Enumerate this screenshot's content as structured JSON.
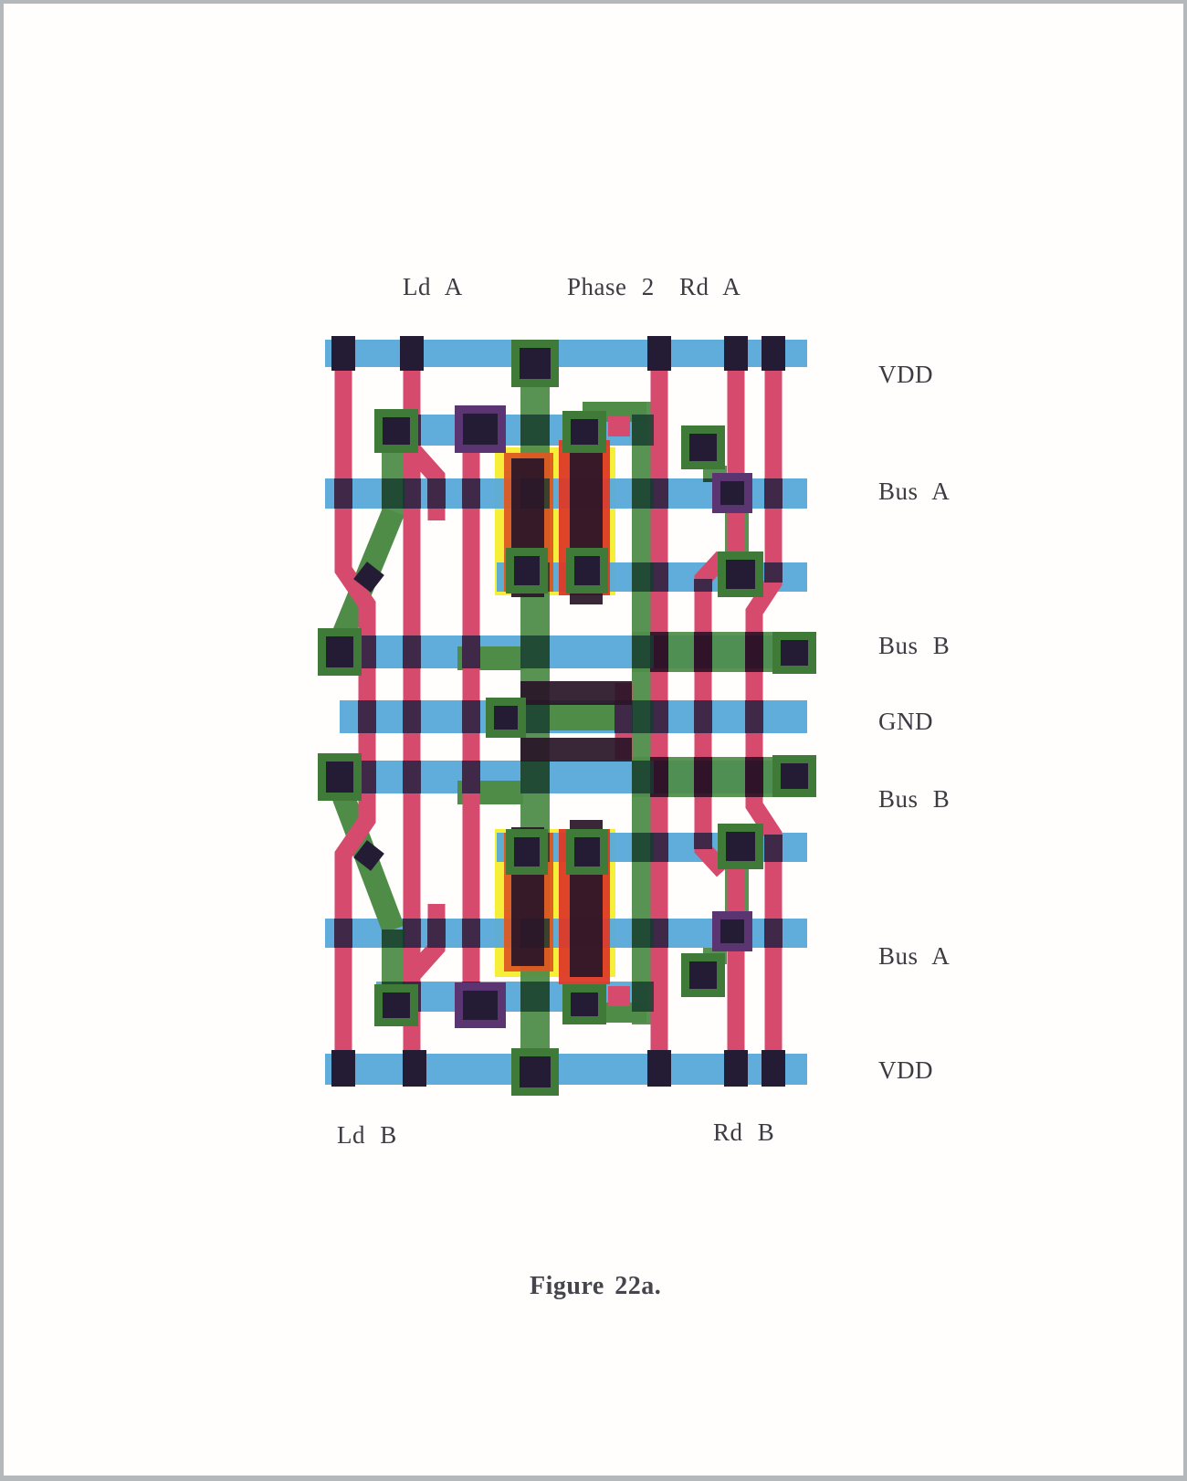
{
  "figure": {
    "caption": "Figure 22a."
  },
  "labels": {
    "top": [
      {
        "text": "Ld A"
      },
      {
        "text": "Phase 2"
      },
      {
        "text": "Rd A"
      }
    ],
    "right": [
      "VDD",
      "Bus A",
      "Bus B",
      "GND",
      "Bus B",
      "Bus A",
      "VDD"
    ],
    "bottom": [
      {
        "text": "Ld B"
      },
      {
        "text": "Rd B"
      }
    ]
  },
  "layers": {
    "metal": "blue",
    "polysilicon": "red",
    "diffusion": "green",
    "implant": "yellow",
    "contact": "dark"
  },
  "palette": {
    "page_bg": "#fffefd",
    "frame": "#b4b8bb",
    "metal_blue": "#5aaadb",
    "poly_red": "#d64a6e",
    "diff_green": "#4f8c48",
    "diff_green_edge": "#2d5a2b",
    "implant_yellow": "#f6ee39",
    "buried_orange": "#dd5a22",
    "enh_red": "#dd3a28",
    "contact_dark": "#241c34",
    "cross_red_metal": "#2a2343",
    "cross_green_metal": "#173c30",
    "cross_red_green": "#2e1226",
    "gate_dark": "#2a1528",
    "ring_green": "#3f7a38",
    "ring_purple": "#5a3572",
    "text": "#3b3b42"
  }
}
